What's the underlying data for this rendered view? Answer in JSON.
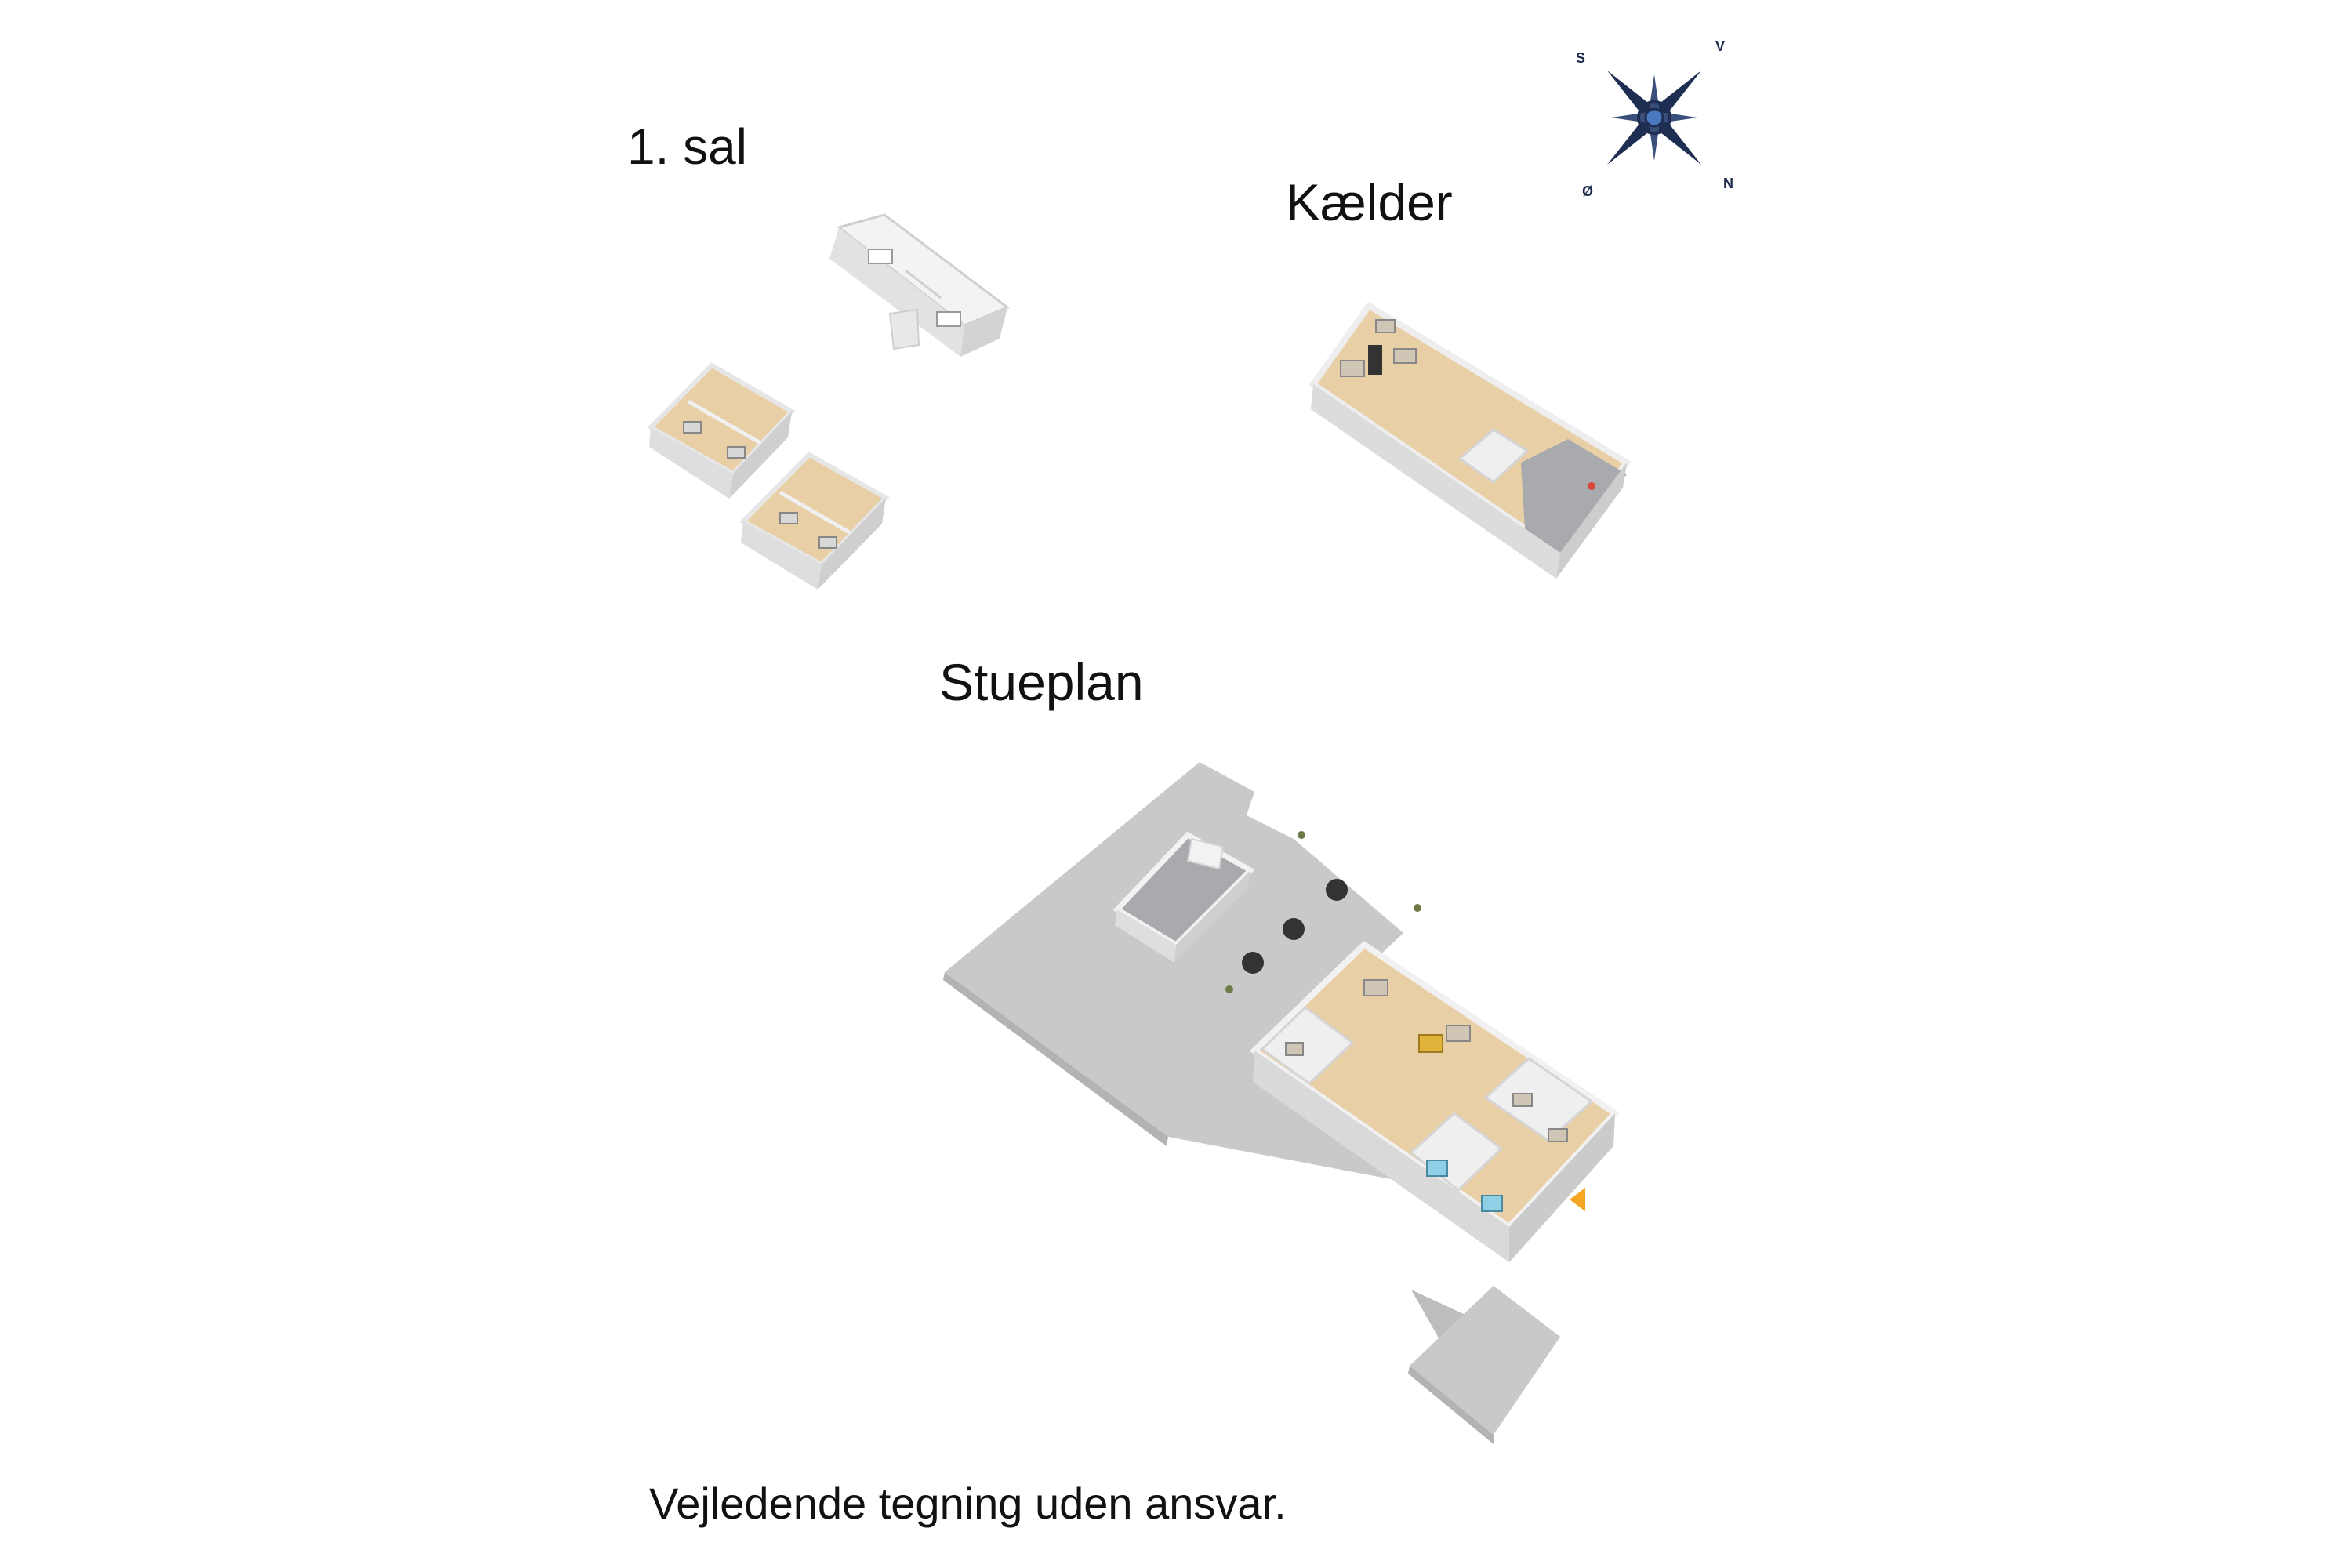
{
  "floors": {
    "first_floor_label": "1. sal",
    "basement_label": "Kælder",
    "ground_floor_label": "Stueplan"
  },
  "compass": {
    "south": "S",
    "west": "V",
    "north": "N",
    "east": "Ø"
  },
  "disclaimer": "Vejledende tegning uden ansvar.",
  "colors": {
    "floor_wood": "#e9cfa6",
    "floor_gray": "#b8b9bc",
    "wall": "#f4f4f4",
    "wall_shadow": "#d6d6d6",
    "ground_gray": "#c9c9cb",
    "compass_navy": "#1e2e52",
    "entrance_marker": "#f5a623"
  }
}
